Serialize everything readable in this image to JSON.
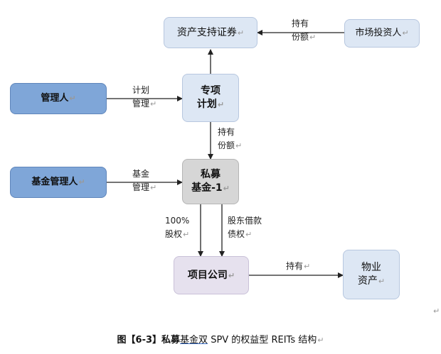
{
  "nodes": {
    "abs": "资产支持证券",
    "investors": "市场投资人",
    "manager": "管理人",
    "plan_l1": "专项",
    "plan_l2": "计划",
    "fund_manager": "基金管理人",
    "fund_l1": "私募",
    "fund_l2": "基金-1",
    "company": "项目公司",
    "property_l1": "物业",
    "property_l2": "资产"
  },
  "labels": {
    "hold_share_top_1": "持有",
    "hold_share_top_2": "份额",
    "plan_mgmt_1": "计划",
    "plan_mgmt_2": "管理",
    "hold_share_mid_1": "持有",
    "hold_share_mid_2": "份额",
    "fund_mgmt_1": "基金",
    "fund_mgmt_2": "管理",
    "equity_1": "100%",
    "equity_2": "股权",
    "debt_1": "股东借款",
    "debt_2": "债权",
    "hold": "持有"
  },
  "caption": {
    "prefix": "图【6-3】私募",
    "underlined": "基金双",
    "suffix": " SPV 的权益型 REITs 结构"
  },
  "para_mark": "↵"
}
